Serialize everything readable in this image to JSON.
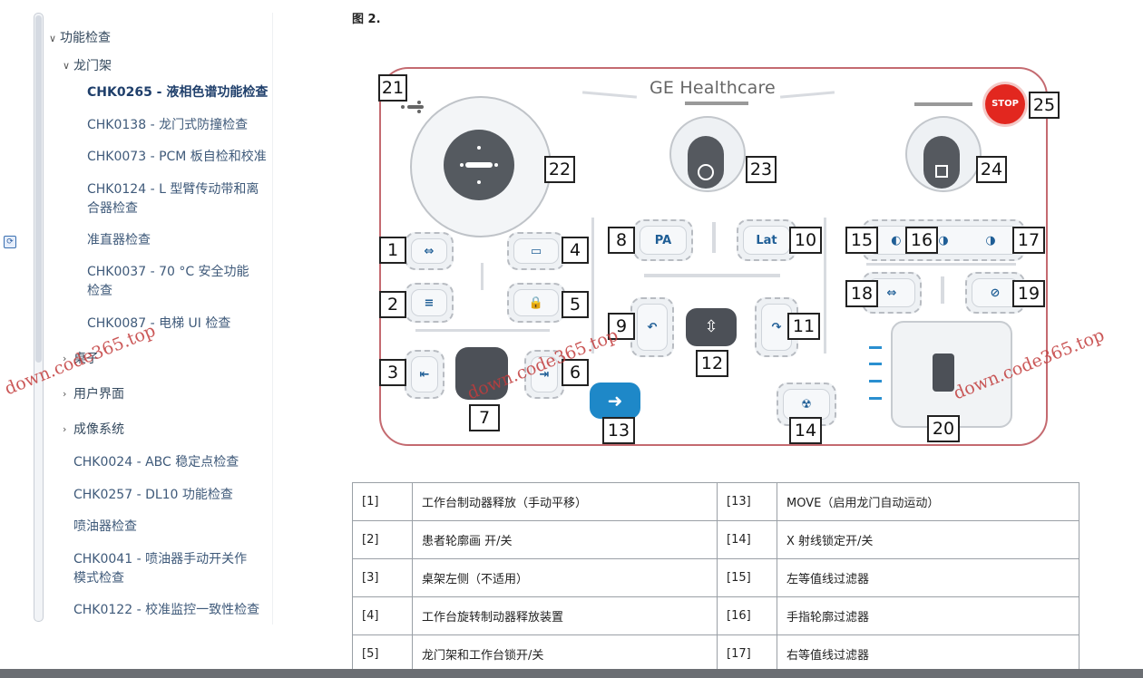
{
  "nav": {
    "items": [
      {
        "label": "功能检查"
      },
      {
        "label": "龙门架"
      },
      {
        "label": "CHK0265 - 液相色谱功能检查"
      },
      {
        "label": "CHK0138 - 龙门式防撞检查"
      },
      {
        "label": "CHK0073 - PCM 板自检和校准"
      },
      {
        "label": "CHK0124 - L 型臂传动带和离合器检查"
      },
      {
        "label": "准直器检查"
      },
      {
        "label": "CHK0037 - 70 °C 安全功能检查"
      },
      {
        "label": "CHK0087 - 电梯 UI 检查"
      },
      {
        "label": "桌子"
      },
      {
        "label": "用户界面"
      },
      {
        "label": "成像系统"
      },
      {
        "label": "CHK0024 - ABC 稳定点检查"
      },
      {
        "label": "CHK0257 - DL10 功能检查"
      },
      {
        "label": "喷油器检查"
      },
      {
        "label": "CHK0041 - 喷油器手动开关作模式检查"
      },
      {
        "label": "CHK0122 - 校准监控一致性检查"
      }
    ]
  },
  "figure": {
    "caption": "图 2.",
    "brand": "GE Healthcare",
    "stop_label": "STOP",
    "pa_label": "PA",
    "lat_label": "Lat",
    "callouts": [
      "1",
      "2",
      "3",
      "4",
      "5",
      "6",
      "7",
      "8",
      "9",
      "10",
      "11",
      "12",
      "13",
      "14",
      "15",
      "16",
      "17",
      "18",
      "19",
      "20",
      "21",
      "22",
      "23",
      "24",
      "25"
    ]
  },
  "watermark": "down.code365.top",
  "legend": {
    "rows": [
      {
        "k": "[1]",
        "v": "工作台制动器释放（手动平移）",
        "k2": "[13]",
        "v2": "MOVE（启用龙门自动运动）"
      },
      {
        "k": "[2]",
        "v": "患者轮廓画 开/关",
        "k2": "[14]",
        "v2": "X 射线锁定开/关"
      },
      {
        "k": "[3]",
        "v": "桌架左侧（不适用）",
        "k2": "[15]",
        "v2": "左等值线过滤器"
      },
      {
        "k": "[4]",
        "v": "工作台旋转制动器释放装置",
        "k2": "[16]",
        "v2": "手指轮廓过滤器"
      },
      {
        "k": "[5]",
        "v": "龙门架和工作台锁开/关",
        "k2": "[17]",
        "v2": "右等值线过滤器"
      }
    ]
  },
  "colors": {
    "accent": "#1f5e96",
    "stop": "#e2271f",
    "panel_border": "#c46a70",
    "move_button": "#1e88c8"
  }
}
